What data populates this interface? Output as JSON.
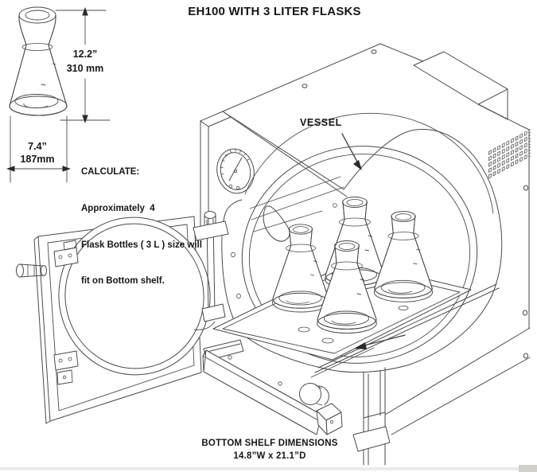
{
  "title": "EH100 WITH 3 LITER FLASKS",
  "flask_dimensions": {
    "height_inches": "12.2”",
    "height_mm": "310 mm",
    "width_inches": "7.4”",
    "width_mm": "187mm"
  },
  "calculate_note": {
    "lines": [
      "CALCULATE:",
      "Approximately  4",
      "Flask Bottles ( 3 L ) size will",
      "fit on Bottom shelf."
    ]
  },
  "labels": {
    "vessel": "VESSEL"
  },
  "bottom_shelf": {
    "lines": [
      "BOTTOM SHELF DIMENSIONS",
      "14.8”W x 21.1”D"
    ]
  },
  "drawing": {
    "flask_count_on_shelf": 4,
    "line_color": "#4a4a4a",
    "text_color": "#161616",
    "background": "#ffffff"
  }
}
